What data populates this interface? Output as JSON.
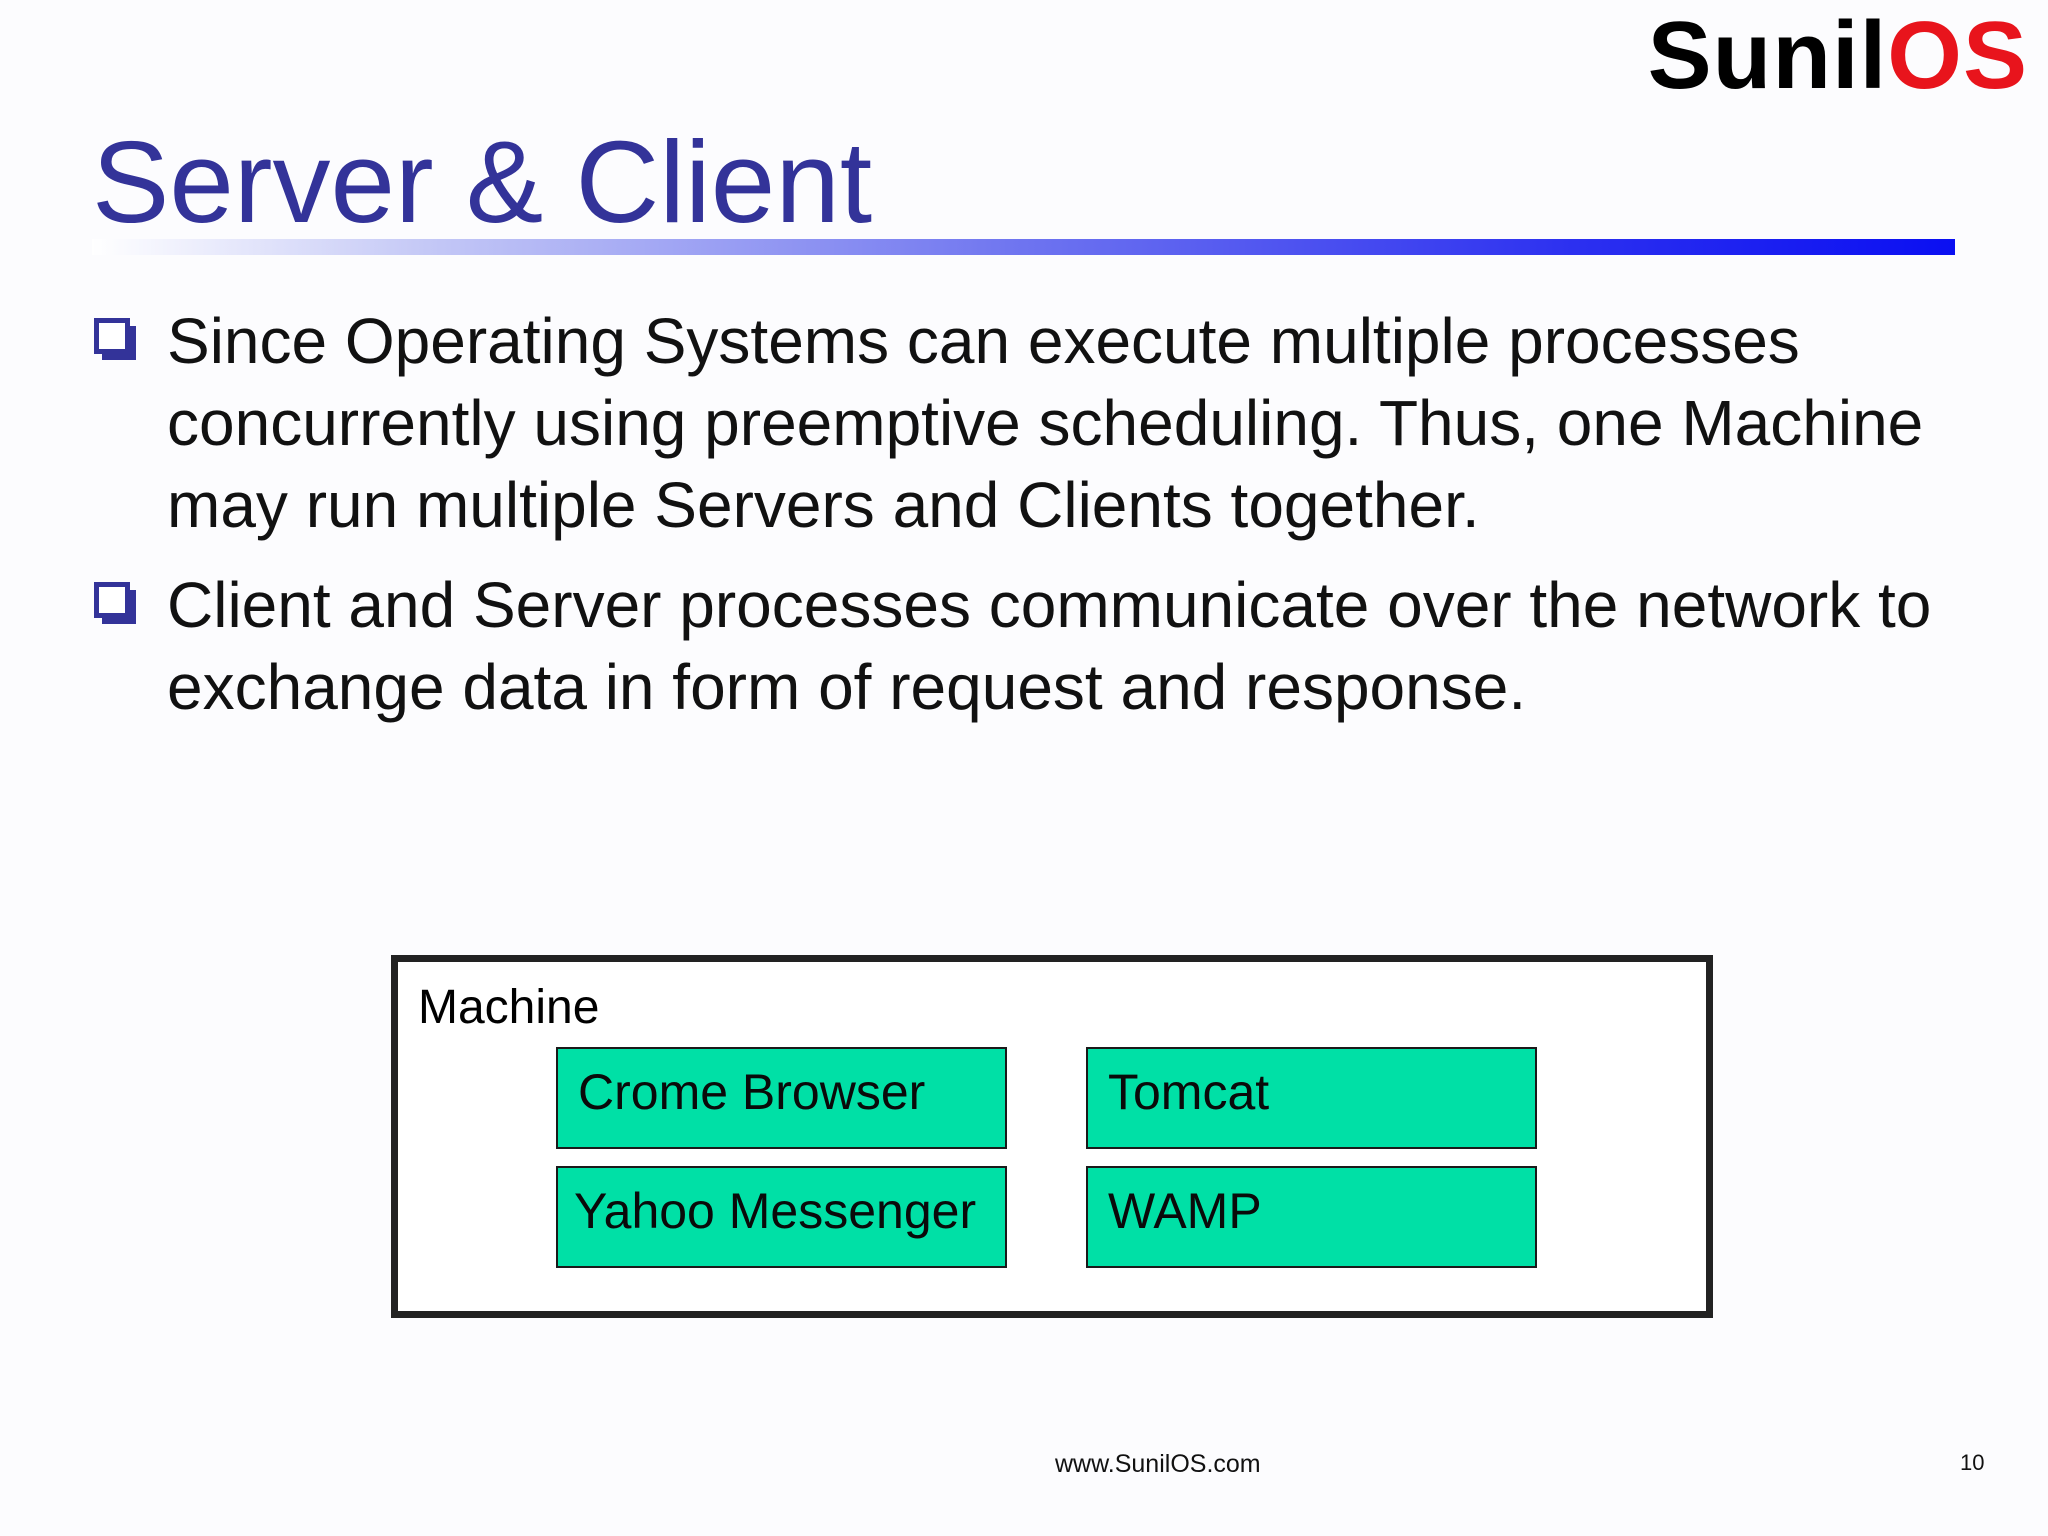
{
  "logo": {
    "part1": "Sunil",
    "part2": "OS",
    "colors": {
      "part1": "#000000",
      "part2": "#e8141c"
    }
  },
  "title": "Server & Client",
  "bullets": [
    "Since Operating Systems can execute multiple processes concurrently using preemptive scheduling. Thus, one Machine may run multiple Servers and Clients together.",
    "Client and Server processes communicate over the network to exchange data in form of request and response."
  ],
  "diagram": {
    "machine_label": "Machine",
    "processes": [
      "Crome Browser",
      "Tomcat",
      "Yahoo Messenger",
      "WAMP"
    ],
    "colors": {
      "process_fill": "#00e0a6",
      "title": "#333399"
    }
  },
  "footer": {
    "url": "www.SunilOS.com",
    "page_number": "10"
  }
}
